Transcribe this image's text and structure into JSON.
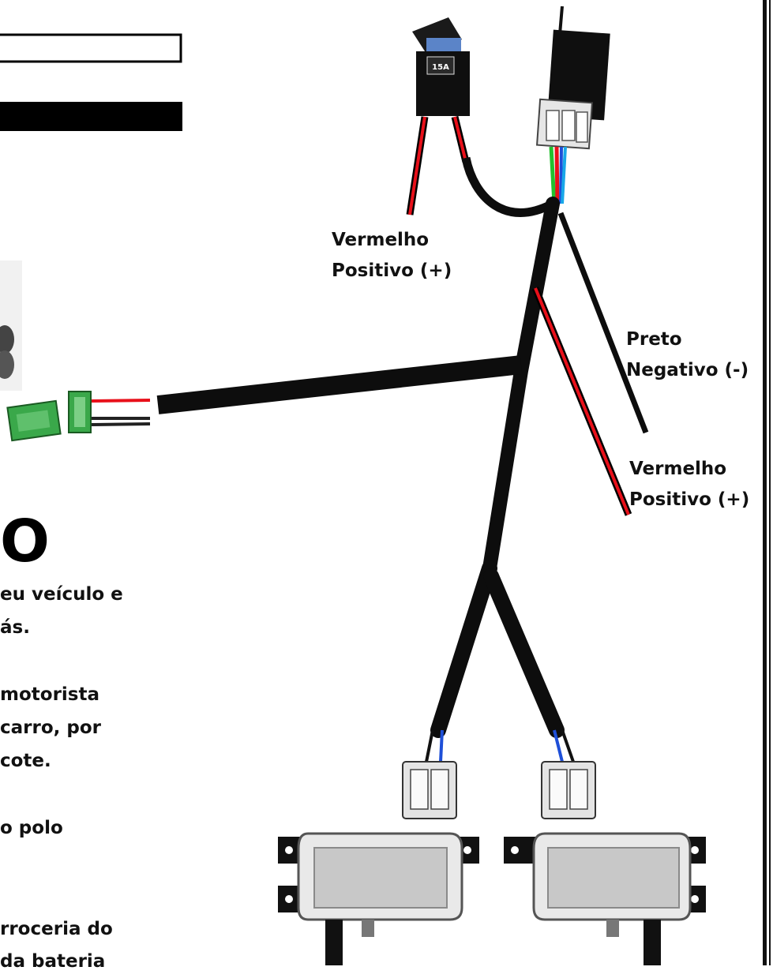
{
  "labels": {
    "top_left": [
      "Vermelho",
      "Positivo (+)"
    ],
    "preto": [
      "Preto",
      "Negativo (-)"
    ],
    "right_lower": [
      "Vermelho",
      "Positivo (+)"
    ],
    "fuse": "15A"
  },
  "text_panel": {
    "big_letter": "O",
    "lines": [
      "eu veículo e",
      "ás.",
      "motorista",
      "carro, por",
      "cote.",
      "o polo",
      "rroceria do",
      "da bateria"
    ]
  },
  "colors": {
    "wire_red": "#e8101a",
    "wire_green": "#22c12e",
    "wire_blue": "#1e4fd8",
    "wire_cyan": "#18a8e8",
    "harness": "#0d0d0d",
    "fuse_blue": "#5b84c8",
    "connector_green": "#3aa84a"
  }
}
